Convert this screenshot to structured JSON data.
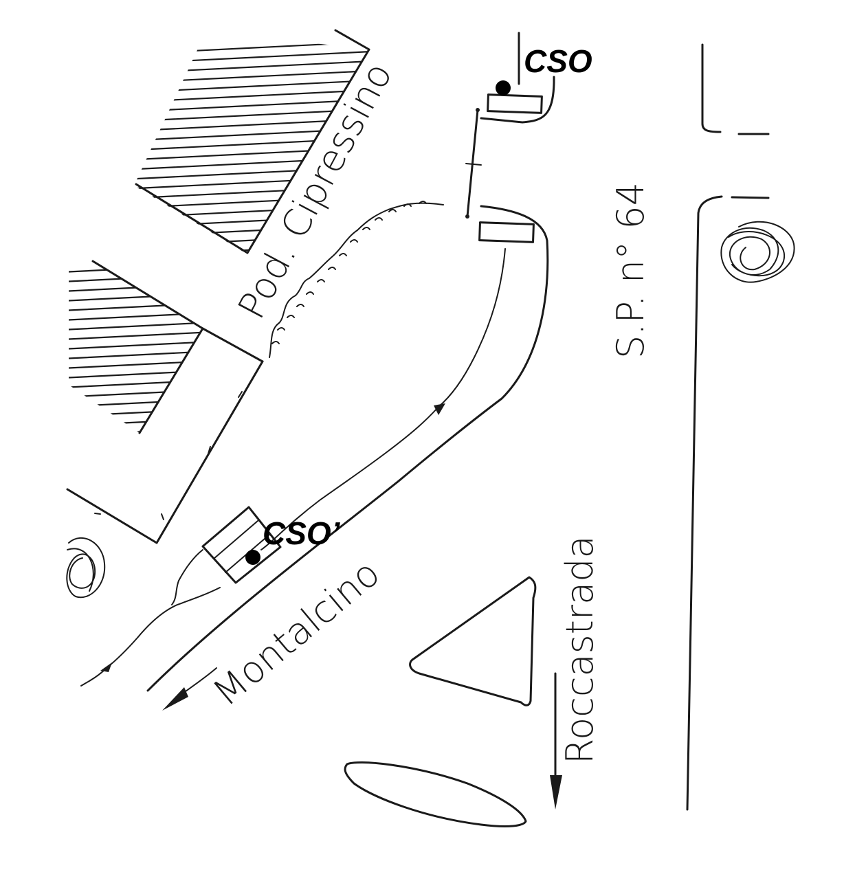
{
  "map": {
    "labels": {
      "cso": "CSO",
      "cso_prime": "CSO’",
      "road_cipressino": "Pod. Cipressino",
      "road_sp64": "S.P. n° 64",
      "road_montalcino": "Montalcino",
      "road_roccastrada": "Roccastrada"
    },
    "colors": {
      "ink": "#1a1a1a",
      "background": "#ffffff"
    }
  }
}
